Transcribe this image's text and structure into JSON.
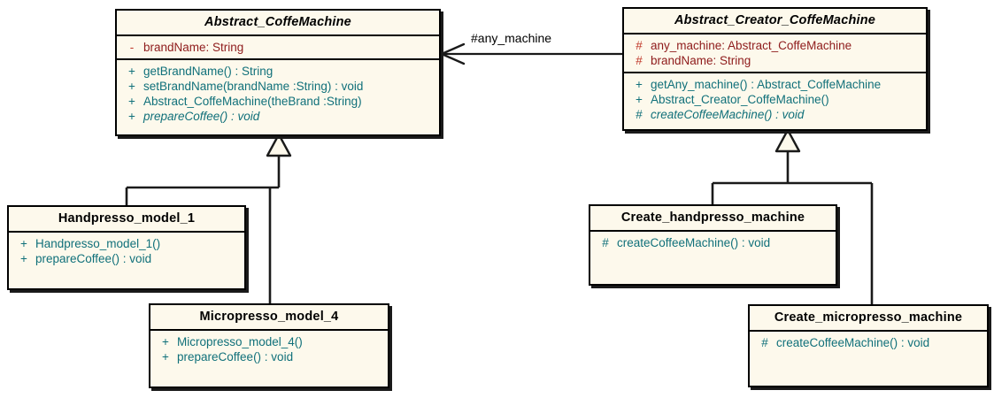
{
  "diagram": {
    "type": "uml-class-diagram",
    "background": "#ffffff",
    "box_fill": "#fdf9ec",
    "attribute_color": "#8e1b1b",
    "operation_color": "#10707a",
    "border_color": "#000000"
  },
  "classes": [
    {
      "id": "abstract-coffemachine",
      "name": "Abstract_CoffeMachine",
      "abstract": true,
      "attributes": [
        {
          "visibility": "-",
          "text": "brandName:  String",
          "italic": false
        }
      ],
      "operations": [
        {
          "visibility": "+",
          "text": "getBrandName() : String",
          "italic": false
        },
        {
          "visibility": "+",
          "text": "setBrandName(brandName :String) : void",
          "italic": false
        },
        {
          "visibility": "+",
          "text": "Abstract_CoffeMachine(theBrand :String)",
          "italic": false
        },
        {
          "visibility": "+",
          "text": "prepareCoffee() : void",
          "italic": true
        }
      ]
    },
    {
      "id": "abstract-creator-coffemachine",
      "name": "Abstract_Creator_CoffeMachine",
      "abstract": true,
      "attributes": [
        {
          "visibility": "#",
          "text": "any_machine:  Abstract_CoffeMachine",
          "italic": false
        },
        {
          "visibility": "#",
          "text": "brandName:  String",
          "italic": false
        }
      ],
      "operations": [
        {
          "visibility": "+",
          "text": "getAny_machine() : Abstract_CoffeMachine",
          "italic": false
        },
        {
          "visibility": "+",
          "text": "Abstract_Creator_CoffeMachine()",
          "italic": false
        },
        {
          "visibility": "#",
          "text": "createCoffeeMachine() : void",
          "italic": true
        }
      ]
    },
    {
      "id": "handpresso-model-1",
      "name": "Handpresso_model_1",
      "abstract": false,
      "attributes": [],
      "operations": [
        {
          "visibility": "+",
          "text": "Handpresso_model_1()",
          "italic": false
        },
        {
          "visibility": "+",
          "text": "prepareCoffee() : void",
          "italic": false
        }
      ]
    },
    {
      "id": "micropresso-model-4",
      "name": "Micropresso_model_4",
      "abstract": false,
      "attributes": [],
      "operations": [
        {
          "visibility": "+",
          "text": "Micropresso_model_4()",
          "italic": false
        },
        {
          "visibility": "+",
          "text": "prepareCoffee() : void",
          "italic": false
        }
      ]
    },
    {
      "id": "create-handpresso-machine",
      "name": "Create_handpresso_machine",
      "abstract": false,
      "attributes": [],
      "operations": [
        {
          "visibility": "#",
          "text": "createCoffeeMachine() : void",
          "italic": false
        }
      ]
    },
    {
      "id": "create-micropresso-machine",
      "name": "Create_micropresso_machine",
      "abstract": false,
      "attributes": [],
      "operations": [
        {
          "visibility": "#",
          "text": "createCoffeeMachine() : void",
          "italic": false
        }
      ]
    }
  ],
  "relationships": [
    {
      "id": "assoc-any-machine",
      "kind": "association",
      "label": "#any_machine",
      "from": "abstract-creator-coffemachine",
      "to": "abstract-coffemachine"
    },
    {
      "id": "gen-handpresso",
      "kind": "generalization",
      "label": "",
      "from": "handpresso-model-1",
      "to": "abstract-coffemachine"
    },
    {
      "id": "gen-micropresso",
      "kind": "generalization",
      "label": "",
      "from": "micropresso-model-4",
      "to": "abstract-coffemachine"
    },
    {
      "id": "gen-create-handpresso",
      "kind": "generalization",
      "label": "",
      "from": "create-handpresso-machine",
      "to": "abstract-creator-coffemachine"
    },
    {
      "id": "gen-create-micropresso",
      "kind": "generalization",
      "label": "",
      "from": "create-micropresso-machine",
      "to": "abstract-creator-coffemachine"
    }
  ]
}
